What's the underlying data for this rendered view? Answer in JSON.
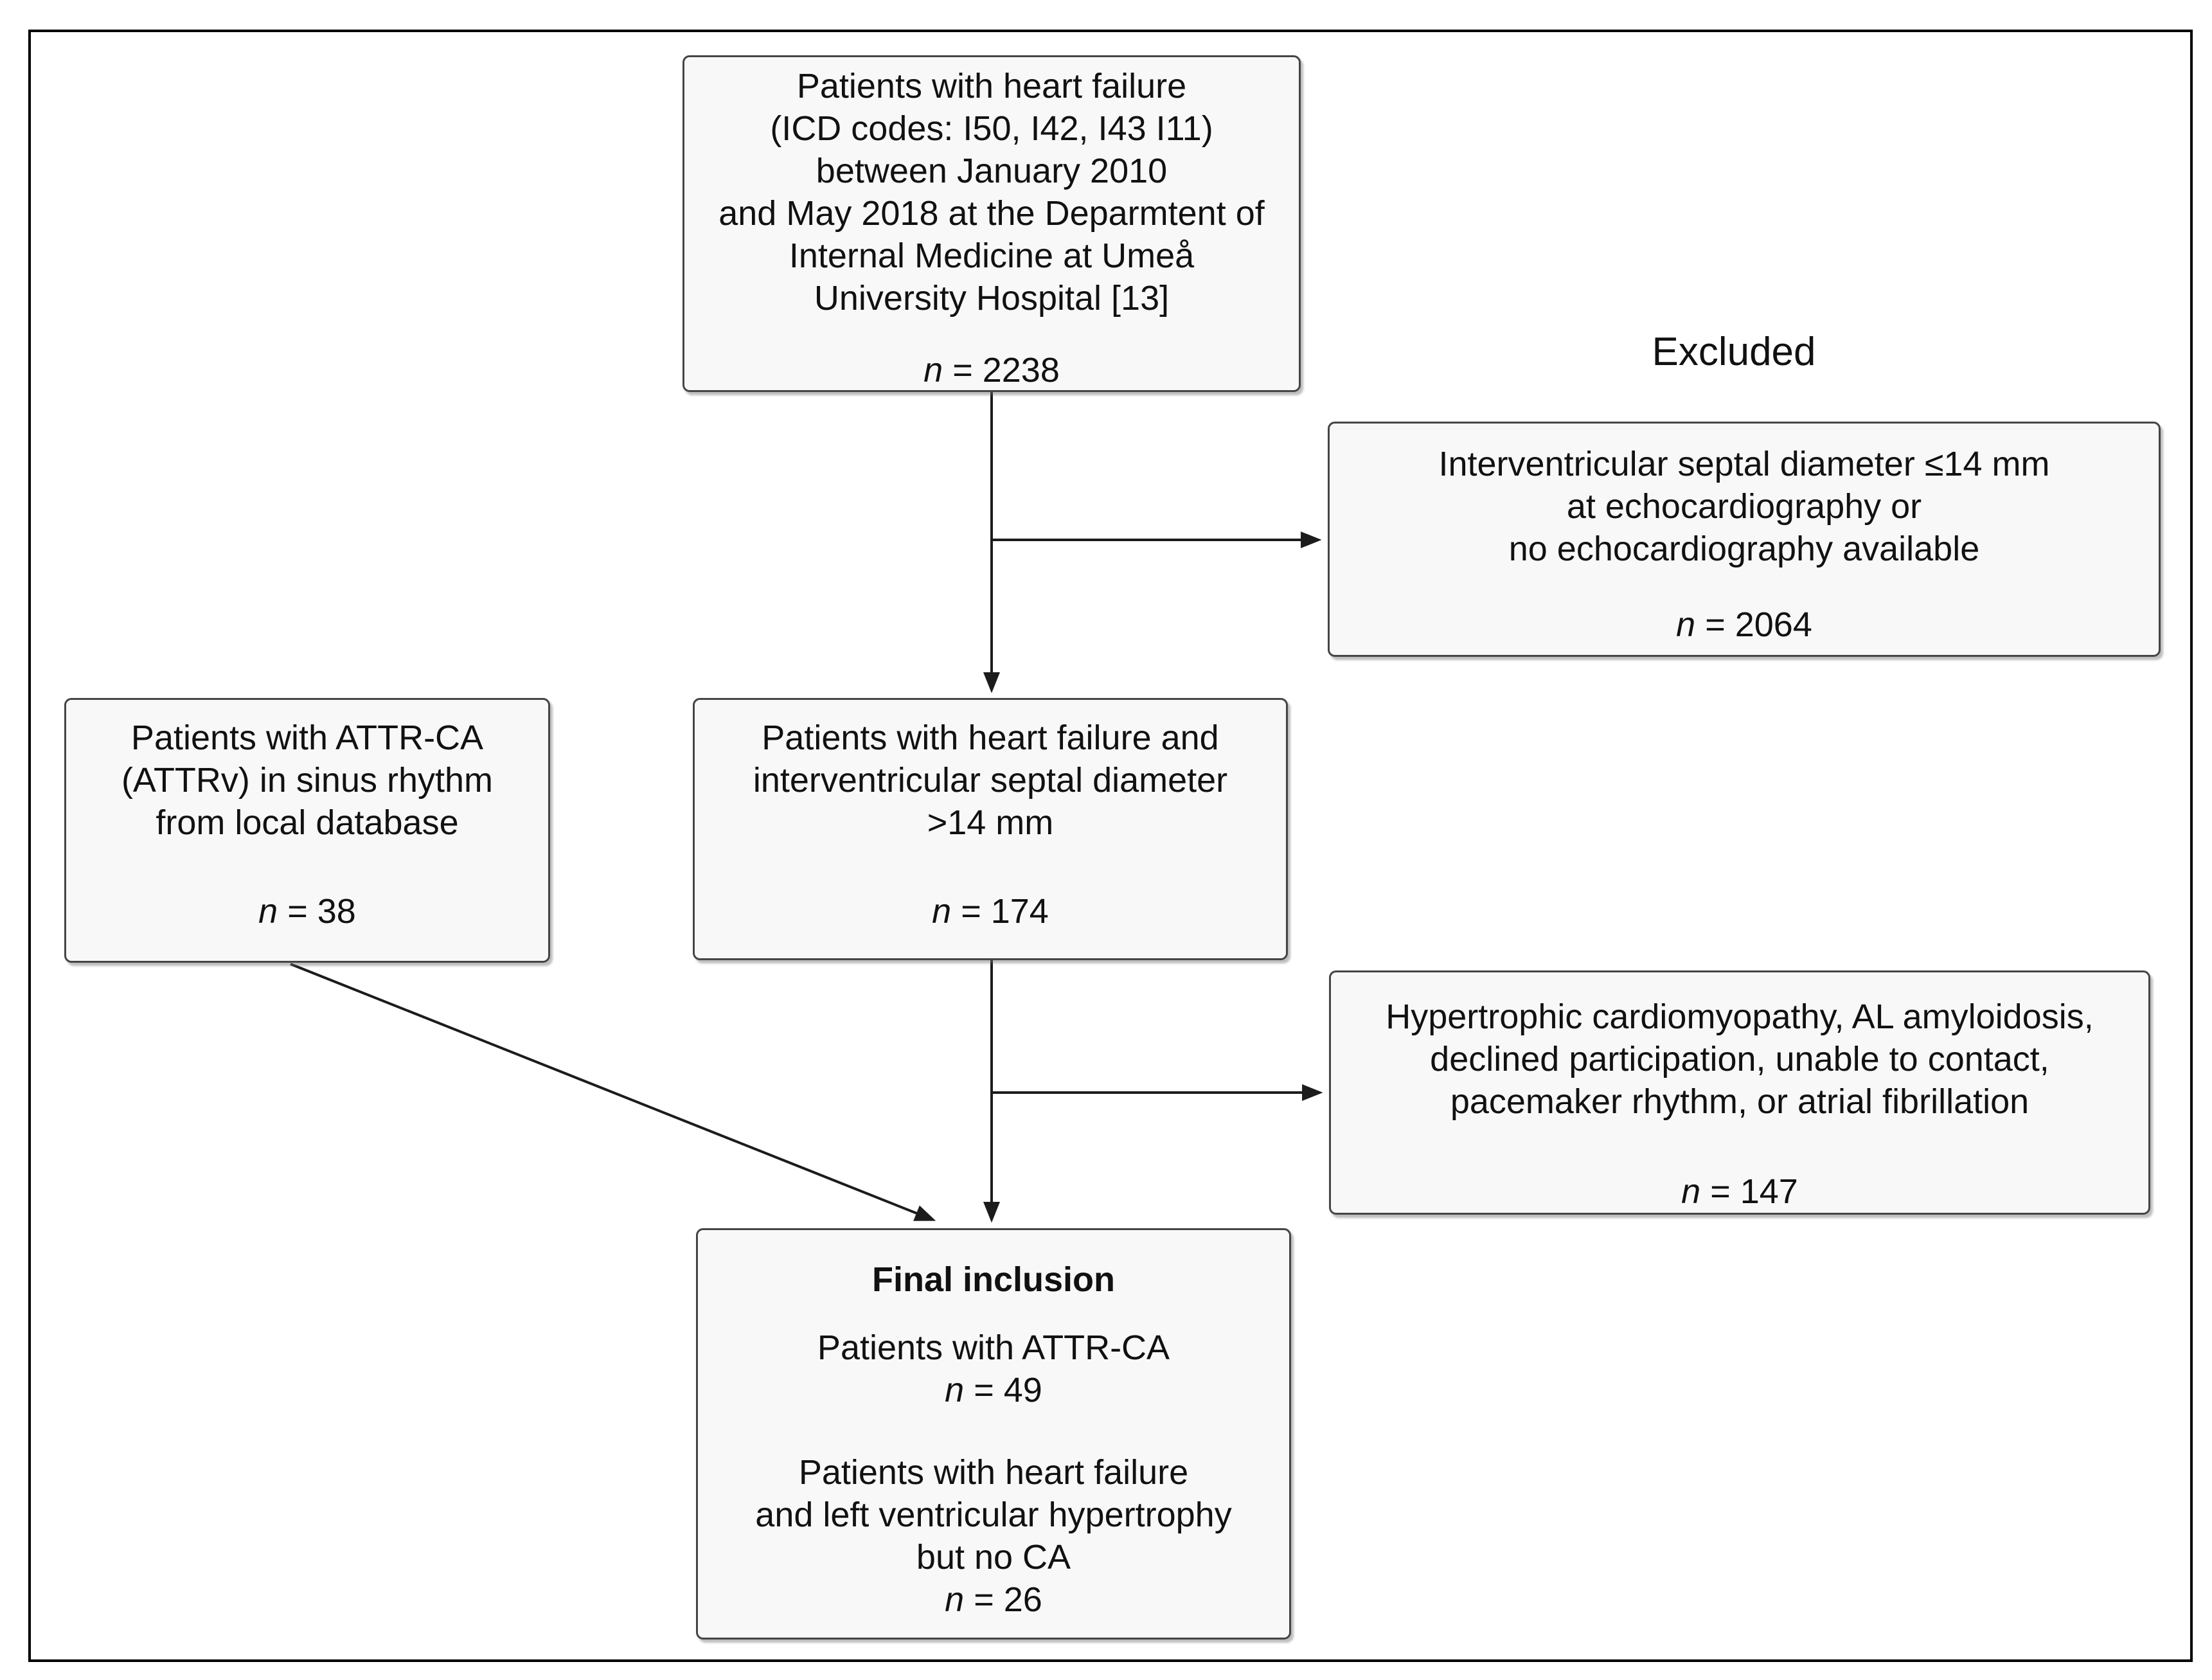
{
  "figure": {
    "excluded_label": "Excluded"
  },
  "colors": {
    "background": "#ffffff",
    "box_fill": "#f8f8f8",
    "box_border": "#454545",
    "text": "#111111",
    "connector": "#1c1c1c",
    "outer_border": "#000000"
  },
  "boxes": {
    "source": {
      "lines": [
        "Patients with heart failure",
        "(ICD codes: I50, I42, I43 I11)",
        "between January 2010",
        "and May 2018 at the Deparmtent of",
        "Internal Medicine at Umeå",
        "University Hospital [13]"
      ],
      "n_label": "n",
      "n_text": "= 2238"
    },
    "excluded_septal": {
      "lines": [
        "Interventricular septal diameter ≤14 mm",
        "at echocardiography or",
        "no echocardiography available"
      ],
      "n_label": "n",
      "n_text": "= 2064"
    },
    "hf_septal": {
      "lines": [
        "Patients with heart failure and",
        "interventricular septal diameter",
        ">14 mm"
      ],
      "n_label": "n",
      "n_text": "= 174"
    },
    "attr_local": {
      "lines": [
        "Patients with ATTR-CA",
        "(ATTRv) in sinus rhythm",
        "from local database"
      ],
      "n_label": "n",
      "n_text": "= 38"
    },
    "excluded_other": {
      "lines": [
        "Hypertrophic cardiomyopathy, AL amyloidosis,",
        "declined participation, unable to contact,",
        "pacemaker rhythm, or atrial fibrillation"
      ],
      "n_label": "n",
      "n_text": "= 147"
    },
    "final": {
      "title": "Final inclusion",
      "sections": [
        {
          "lines": [
            "Patients with ATTR-CA"
          ],
          "n_label": "n",
          "n_text": "= 49"
        },
        {
          "lines": [
            "Patients with heart failure",
            "and left ventricular hypertrophy",
            "but no CA"
          ],
          "n_label": "n",
          "n_text": "= 26"
        }
      ]
    }
  }
}
